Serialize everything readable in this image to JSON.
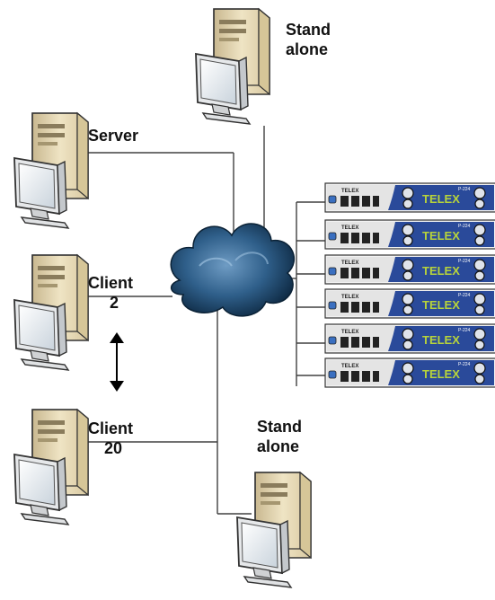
{
  "nodes": {
    "standalone_top": {
      "line1": "Stand",
      "line2": "alone"
    },
    "server": {
      "label": "Server"
    },
    "client_2": {
      "line1": "Client",
      "line2": "2"
    },
    "client_20": {
      "line1": "Client",
      "line2": "20"
    },
    "standalone_bottom": {
      "line1": "Stand",
      "line2": "alone"
    }
  },
  "rack": {
    "unit_count": 6,
    "brand": "TELEX",
    "model": "P-224"
  },
  "icons": {
    "computer": "tower-pc-with-monitor-icon",
    "network": "network-cloud-icon",
    "range": "double-arrow-icon"
  },
  "colors": {
    "line": "#404040",
    "cloud": "#2f5f8a",
    "pc_case": "#e8d9b0",
    "rack_blue": "#2a4a9a",
    "telex_text": "#b8d43a"
  }
}
